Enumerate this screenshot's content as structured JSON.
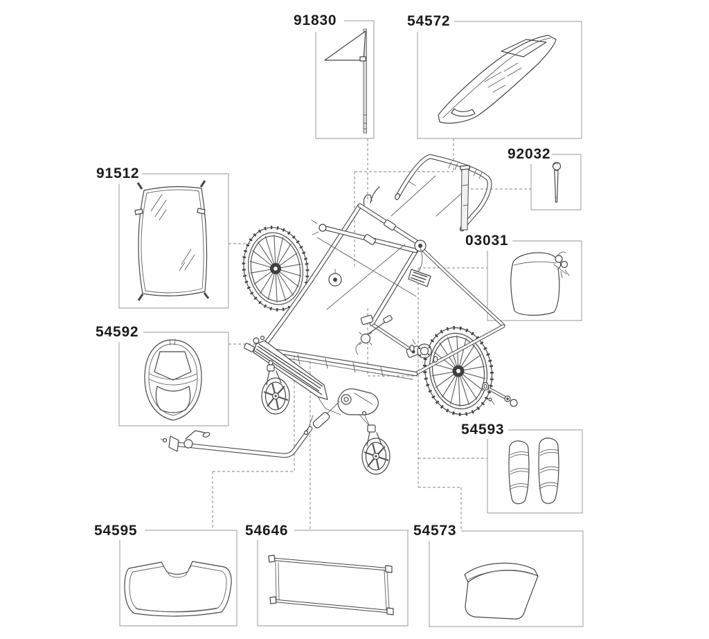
{
  "diagram": {
    "type": "exploded-parts-diagram",
    "parts": [
      {
        "number": "91830"
      },
      {
        "number": "54572"
      },
      {
        "number": "92032"
      },
      {
        "number": "91512"
      },
      {
        "number": "03031"
      },
      {
        "number": "54592"
      },
      {
        "number": "54593"
      },
      {
        "number": "54595"
      },
      {
        "number": "54646"
      },
      {
        "number": "54573"
      }
    ],
    "colors": {
      "background": "#ffffff",
      "drawing_line": "#454545",
      "box_border": "#ababab",
      "dashed_line": "#9b9b9b",
      "label_text": "#1c1c1c"
    }
  }
}
